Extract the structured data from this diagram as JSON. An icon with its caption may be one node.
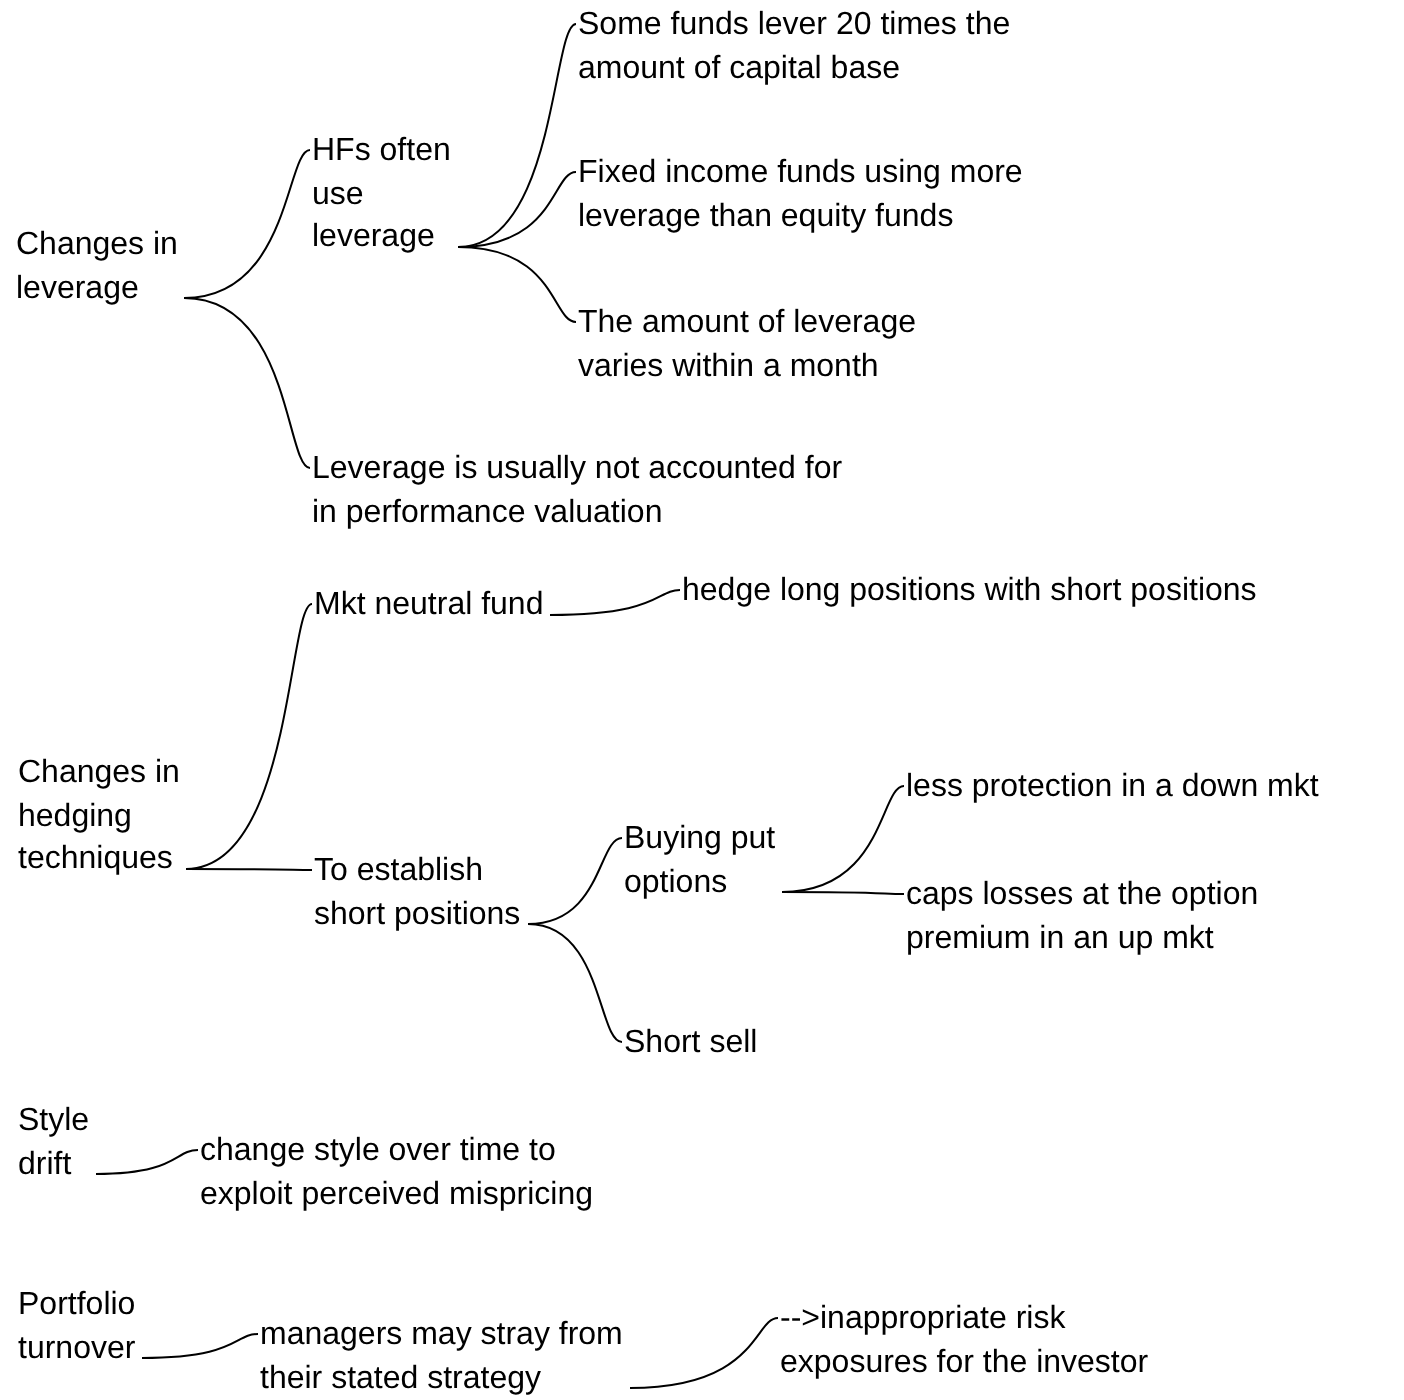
{
  "diagram": {
    "nodes": [
      {
        "text": [
          "Changes in leverage"
        ]
      },
      {
        "text": [
          "HFs often use leverage"
        ]
      },
      {
        "text": [
          "Some funds lever 20 times the amount of capital base"
        ]
      },
      {
        "text": [
          "Fixed income funds using more leverage than equity funds"
        ]
      },
      {
        "text": [
          "The amount of leverage varies within a month"
        ]
      },
      {
        "text": [
          "Leverage is usually not accounted for in performance valuation"
        ]
      },
      {
        "text": [
          "Changes in hedging techniques"
        ]
      },
      {
        "text": [
          "Mkt neutral fund"
        ]
      },
      {
        "text": [
          "hedge long positions with short positions"
        ]
      },
      {
        "text": [
          "To establish short positions"
        ]
      },
      {
        "text": [
          "Buying put options"
        ]
      },
      {
        "text": [
          "less protection in a down mkt"
        ]
      },
      {
        "text": [
          "caps losses at the option premium in an up mkt"
        ]
      },
      {
        "text": [
          "Short sell"
        ]
      },
      {
        "text": [
          "Style drift"
        ]
      },
      {
        "text": [
          "change style over time to exploit perceived mispricing"
        ]
      },
      {
        "text": [
          "Portfolio turnover"
        ]
      },
      {
        "text": [
          "managers may stray from their stated strategy"
        ]
      },
      {
        "text": [
          "-->inappropriate risk exposures for the investor"
        ]
      }
    ],
    "edges": [
      {
        "from": 0,
        "to": 1,
        "arrow": "none"
      },
      {
        "from": 0,
        "to": 5,
        "arrow": "none"
      },
      {
        "from": 1,
        "to": 2,
        "arrow": "none"
      },
      {
        "from": 1,
        "to": 3,
        "arrow": "none"
      },
      {
        "from": 1,
        "to": 4,
        "arrow": "none"
      },
      {
        "from": 6,
        "to": 7,
        "arrow": "none"
      },
      {
        "from": 6,
        "to": 9,
        "arrow": "none"
      },
      {
        "from": 7,
        "to": 8,
        "arrow": "none"
      },
      {
        "from": 9,
        "to": 10,
        "arrow": "none"
      },
      {
        "from": 9,
        "to": 13,
        "arrow": "none"
      },
      {
        "from": 10,
        "to": 11,
        "arrow": "none"
      },
      {
        "from": 10,
        "to": 12,
        "arrow": "none"
      },
      {
        "from": 14,
        "to": 15,
        "arrow": "none"
      },
      {
        "from": 16,
        "to": 17,
        "arrow": "none"
      },
      {
        "from": 17,
        "to": 18,
        "arrow": "none"
      }
    ]
  }
}
